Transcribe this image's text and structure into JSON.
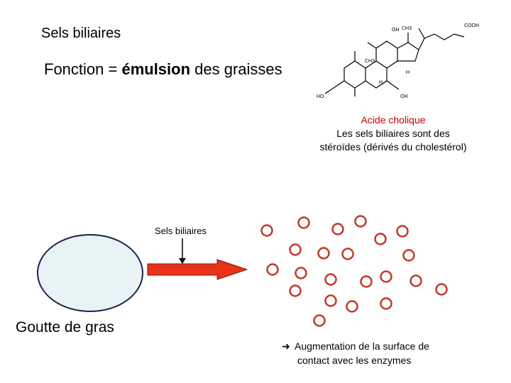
{
  "title": "Sels biliaires",
  "subtitle": {
    "prefix": "Fonction = ",
    "highlight": "émulsion",
    "suffix": " des graisses"
  },
  "structure": {
    "label_cooh": "COOH",
    "label_oh_top": "OH",
    "label_ch3_a": "CH3",
    "label_ch3_b": "CH3",
    "label_h_a": "H",
    "label_h_b": "H",
    "label_ho": "HO",
    "label_oh_right": "OH"
  },
  "caption": {
    "name": "Acide cholique",
    "line1": "Les sels biliaires sont des",
    "line2": "stéroïdes (dérivés du cholestérol)"
  },
  "arrow_label": "Sels biliaires",
  "droplet_label": "Goutte de gras",
  "result": {
    "line1": "Augmentation de la surface de",
    "line2": "contact avec les enzymes"
  },
  "colors": {
    "droplet_fill": "#e8f3f6",
    "droplet_border": "#1f1f4d",
    "arrow_fill": "#e8321a",
    "small_droplet_stroke": "#c0392b",
    "caption_highlight": "#c00000"
  },
  "icons": {
    "result_arrow": "right-arrow-icon"
  }
}
